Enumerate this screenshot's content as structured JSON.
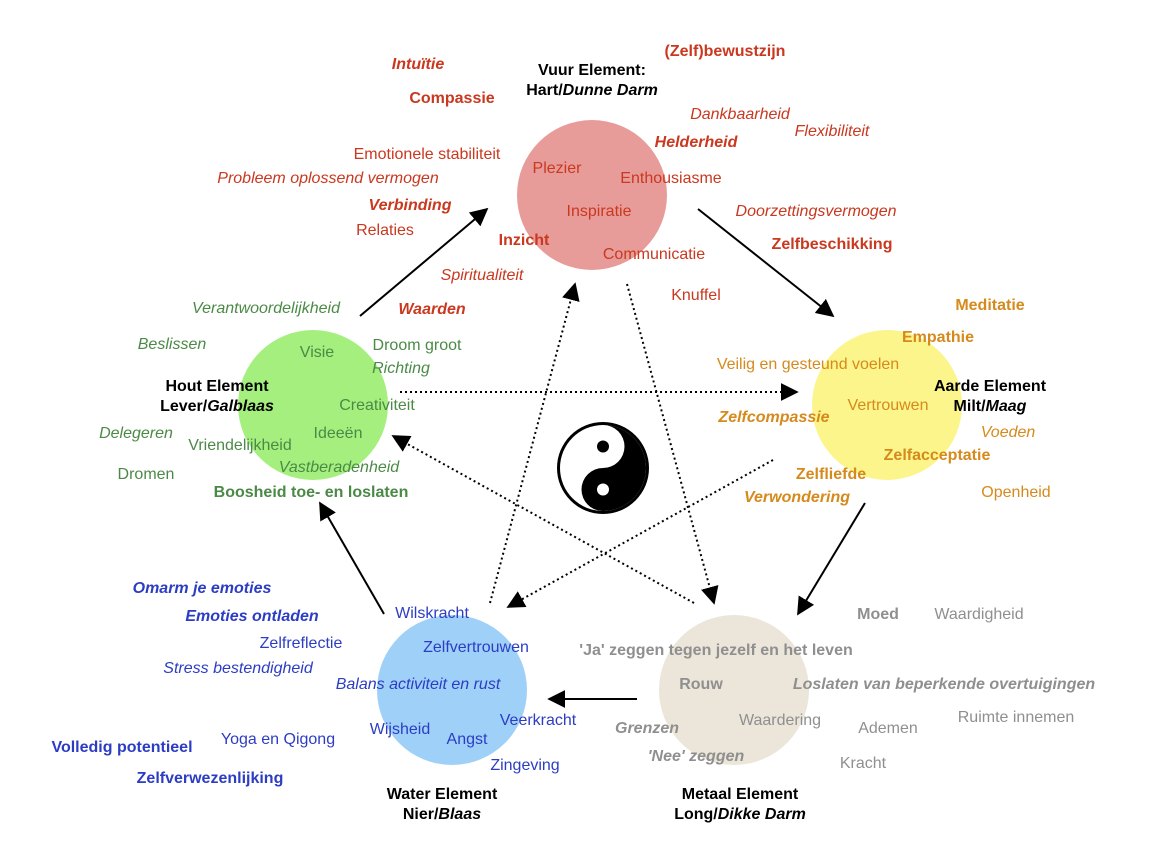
{
  "elements": {
    "fire": {
      "title_line1": "Vuur Element:",
      "title_line2_plain": "Hart/",
      "title_line2_italic": "Dunne Darm",
      "color": "#e89c9a",
      "text_color": "#c9381f"
    },
    "earth": {
      "title_line1": "Aarde Element",
      "title_line2_plain": "Milt/",
      "title_line2_italic": "Maag",
      "color": "#fbf58c",
      "text_color": "#d68a1c"
    },
    "metal": {
      "title_line1": "Metaal Element",
      "title_line2_plain": "Long/",
      "title_line2_italic": "Dikke Darm",
      "color": "#ece5d9",
      "text_color": "#8f8f8f"
    },
    "water": {
      "title_line1": "Water Element",
      "title_line2_plain": "Nier/",
      "title_line2_italic": "Blaas",
      "color": "#9fd0f8",
      "text_color": "#2c3dc4"
    },
    "wood": {
      "title_line1": "Hout Element",
      "title_line2_plain": "Lever/",
      "title_line2_italic": "Galblaas",
      "color": "#a4ef7e",
      "text_color": "#4b8a46"
    }
  },
  "words": {
    "fire": [
      {
        "text": "Intuïtie",
        "style": "bi"
      },
      {
        "text": "Compassie",
        "style": "b"
      },
      {
        "text": "(Zelf)bewustzijn",
        "style": "b"
      },
      {
        "text": "Dankbaarheid",
        "style": "i"
      },
      {
        "text": "Flexibiliteit",
        "style": "i"
      },
      {
        "text": "Helderheid",
        "style": "bi"
      },
      {
        "text": "Emotionele stabiliteit",
        "style": "n"
      },
      {
        "text": "Probleem oplossend vermogen",
        "style": "i"
      },
      {
        "text": "Plezier",
        "style": "n"
      },
      {
        "text": "Enthousiasme",
        "style": "n"
      },
      {
        "text": "Verbinding",
        "style": "bi"
      },
      {
        "text": "Inspiratie",
        "style": "n"
      },
      {
        "text": "Doorzettingsvermogen",
        "style": "i"
      },
      {
        "text": "Relaties",
        "style": "n"
      },
      {
        "text": "Inzicht",
        "style": "b"
      },
      {
        "text": "Zelfbeschikking",
        "style": "b"
      },
      {
        "text": "Communicatie",
        "style": "n"
      },
      {
        "text": "Spiritualiteit",
        "style": "i"
      },
      {
        "text": "Knuffel",
        "style": "n"
      },
      {
        "text": "Waarden",
        "style": "bi"
      }
    ],
    "earth": [
      {
        "text": "Meditatie",
        "style": "b"
      },
      {
        "text": "Empathie",
        "style": "b"
      },
      {
        "text": "Veilig en gesteund voelen",
        "style": "n"
      },
      {
        "text": "Vertrouwen",
        "style": "n"
      },
      {
        "text": "Zelfcompassie",
        "style": "bi"
      },
      {
        "text": "Voeden",
        "style": "i"
      },
      {
        "text": "Zelfacceptatie",
        "style": "b"
      },
      {
        "text": "Zelfliefde",
        "style": "b"
      },
      {
        "text": "Openheid",
        "style": "n"
      },
      {
        "text": "Verwondering",
        "style": "bi"
      }
    ],
    "wood": [
      {
        "text": "Verantwoordelijkheid",
        "style": "i"
      },
      {
        "text": "Beslissen",
        "style": "i"
      },
      {
        "text": "Visie",
        "style": "n"
      },
      {
        "text": "Droom groot",
        "style": "n"
      },
      {
        "text": "Richting",
        "style": "i"
      },
      {
        "text": "Creativiteit",
        "style": "n"
      },
      {
        "text": "Delegeren",
        "style": "i"
      },
      {
        "text": "Ideeën",
        "style": "n"
      },
      {
        "text": "Vriendelijkheid",
        "style": "n"
      },
      {
        "text": "Vastberadenheid",
        "style": "i"
      },
      {
        "text": "Dromen",
        "style": "n"
      },
      {
        "text": "Boosheid toe- en loslaten",
        "style": "b"
      }
    ],
    "water": [
      {
        "text": "Omarm je emoties",
        "style": "bi"
      },
      {
        "text": "Emoties ontladen",
        "style": "bi"
      },
      {
        "text": "Wilskracht",
        "style": "n"
      },
      {
        "text": "Zelfreflectie",
        "style": "n"
      },
      {
        "text": "Zelfvertrouwen",
        "style": "n"
      },
      {
        "text": "Stress bestendigheid",
        "style": "i"
      },
      {
        "text": "Balans activiteit en rust",
        "style": "i"
      },
      {
        "text": "Veerkracht",
        "style": "n"
      },
      {
        "text": "Wijsheid",
        "style": "n"
      },
      {
        "text": "Angst",
        "style": "n"
      },
      {
        "text": "Volledig potentieel",
        "style": "b"
      },
      {
        "text": "Yoga en Qigong",
        "style": "n"
      },
      {
        "text": "Zingeving",
        "style": "n"
      },
      {
        "text": "Zelfverwezenlijking",
        "style": "b"
      }
    ],
    "metal": [
      {
        "text": "Moed",
        "style": "b"
      },
      {
        "text": "Waardigheid",
        "style": "n"
      },
      {
        "text": "'Ja' zeggen tegen jezelf en het leven",
        "style": "b"
      },
      {
        "text": "Rouw",
        "style": "b"
      },
      {
        "text": "Loslaten van beperkende overtuigingen",
        "style": "bi"
      },
      {
        "text": "Waardering",
        "style": "n"
      },
      {
        "text": "Grenzen",
        "style": "bi"
      },
      {
        "text": "Ademen",
        "style": "n"
      },
      {
        "text": "Ruimte innemen",
        "style": "n"
      },
      {
        "text": "'Nee' zeggen",
        "style": "bi"
      },
      {
        "text": "Kracht",
        "style": "n"
      }
    ]
  },
  "center_icon": "yin-yang-icon"
}
